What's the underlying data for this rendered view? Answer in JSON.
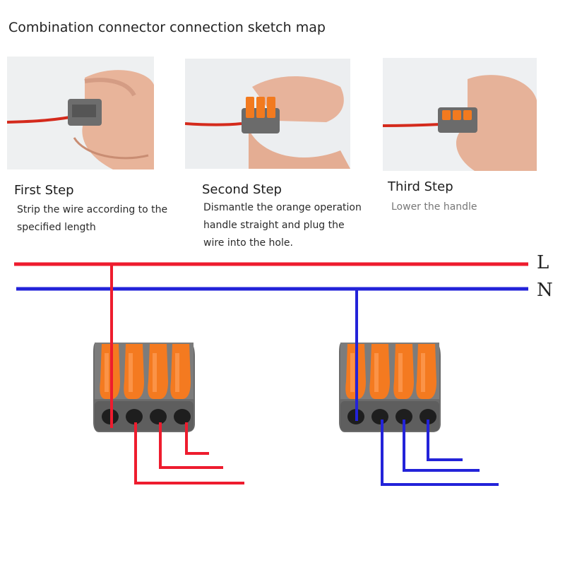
{
  "title": "Combination connector connection sketch map",
  "steps": [
    {
      "title": "First Step",
      "description": "Strip the wire according to the specified length",
      "photo_icon": "hand-holding-connector-closed"
    },
    {
      "title": "Second Step",
      "description": "Dismantle the orange operation handle straight and plug the wire into the hole.",
      "photo_icon": "hand-opening-orange-lever"
    },
    {
      "title": "Third Step",
      "description": "Lower the handle",
      "photo_icon": "hand-holding-connector-locked"
    }
  ],
  "lines": {
    "live": {
      "label": "L",
      "color": "#ee1c2e"
    },
    "neutral": {
      "label": "N",
      "color": "#2323d9"
    }
  },
  "connectors": [
    {
      "line": "live",
      "ports": 4,
      "lever_color": "#f47a20",
      "housing_color": "#6b6b6b"
    },
    {
      "line": "neutral",
      "ports": 4,
      "lever_color": "#f47a20",
      "housing_color": "#6b6b6b"
    }
  ]
}
